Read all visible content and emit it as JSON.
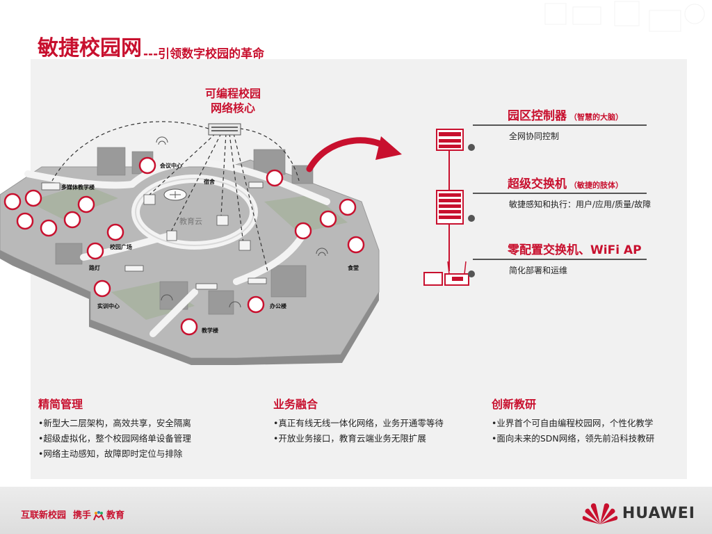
{
  "title": {
    "main": "敏捷校园网",
    "sub": "---引领数字校园的革命"
  },
  "diagram": {
    "core_label_line1": "可编程校园",
    "core_label_line2": "网络核心",
    "places": {
      "meeting": "会议中心",
      "dorm": "宿舍",
      "multimedia": "多媒体教学楼",
      "plaza": "校园广场",
      "streetlight": "路灯",
      "canteen": "食堂",
      "training": "实训中心",
      "office": "办公楼",
      "teaching": "教学楼",
      "cloud": "教育云"
    }
  },
  "tiers": [
    {
      "title": "园区控制器",
      "note": "（智慧的大脑）",
      "desc": "全网协同控制"
    },
    {
      "title": "超级交换机",
      "note": "（敏捷的肢体）",
      "desc": "敏捷感知和执行：用户/应用/质量/故障"
    },
    {
      "title": "零配置交换机、WiFi AP",
      "note": "",
      "desc": "简化部署和运维"
    }
  ],
  "columns": [
    {
      "heading": "精简管理",
      "items": [
        "•新型大二层架构，高效共享，安全隔离",
        "•超级虚拟化，整个校园网络单设备管理",
        "•网络主动感知，故障即时定位与排除"
      ]
    },
    {
      "heading": "业务融合",
      "items": [
        "•真正有线无线一体化网络，业务开通零等待",
        "•开放业务接口，教育云端业务无限扩展"
      ]
    },
    {
      "heading": "创新教研",
      "items": [
        "•业界首个可自由编程校园网，个性化教学",
        "•面向未来的SDN网络，领先前沿科技教研"
      ]
    }
  ],
  "footer": {
    "slogan_part1": "互联新校园",
    "slogan_part2": "携手",
    "slogan_part3": "教育",
    "brand": "HUAWEI"
  },
  "colors": {
    "accent": "#c8102e",
    "text": "#222222"
  }
}
